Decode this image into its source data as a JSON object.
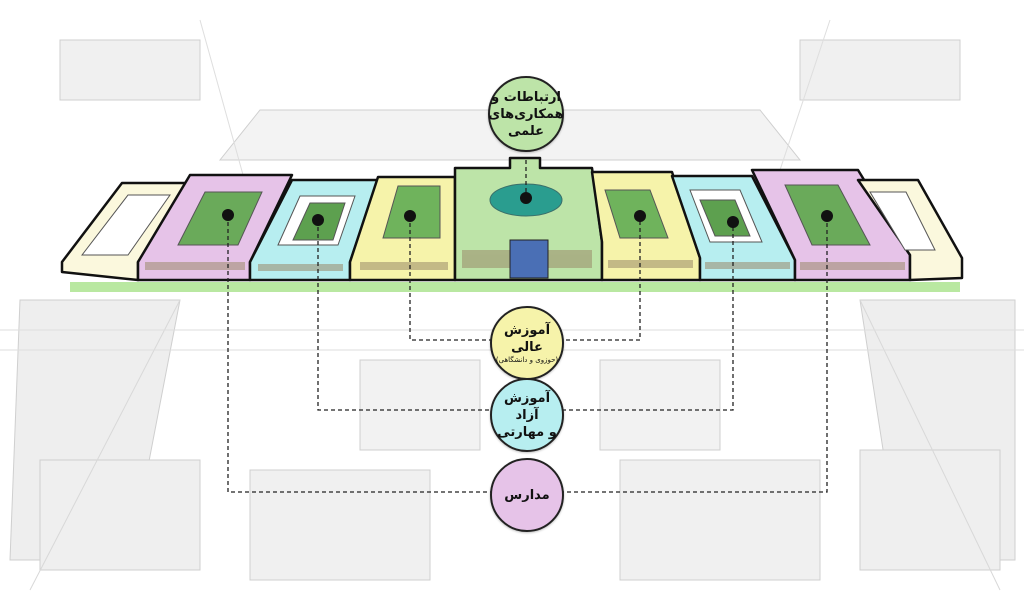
{
  "colors": {
    "pink": "#e6c3e8",
    "cyan": "#b7eef0",
    "yellow": "#f6f3aa",
    "green": "#bde4a8",
    "cream": "#fbf8dd",
    "outline": "#111111"
  },
  "labels": {
    "research": {
      "line1": "ارتباطات و",
      "line2": "همکاری‌های",
      "line3": "علمی"
    },
    "higher_ed": {
      "line1": "آموزش عالی",
      "sub": "(حوزوی و دانشگاهی)"
    },
    "free_ed": {
      "line1": "آموزش آزاد",
      "line2": "و مهارتی"
    },
    "schools": {
      "line1": "مدارس"
    }
  }
}
